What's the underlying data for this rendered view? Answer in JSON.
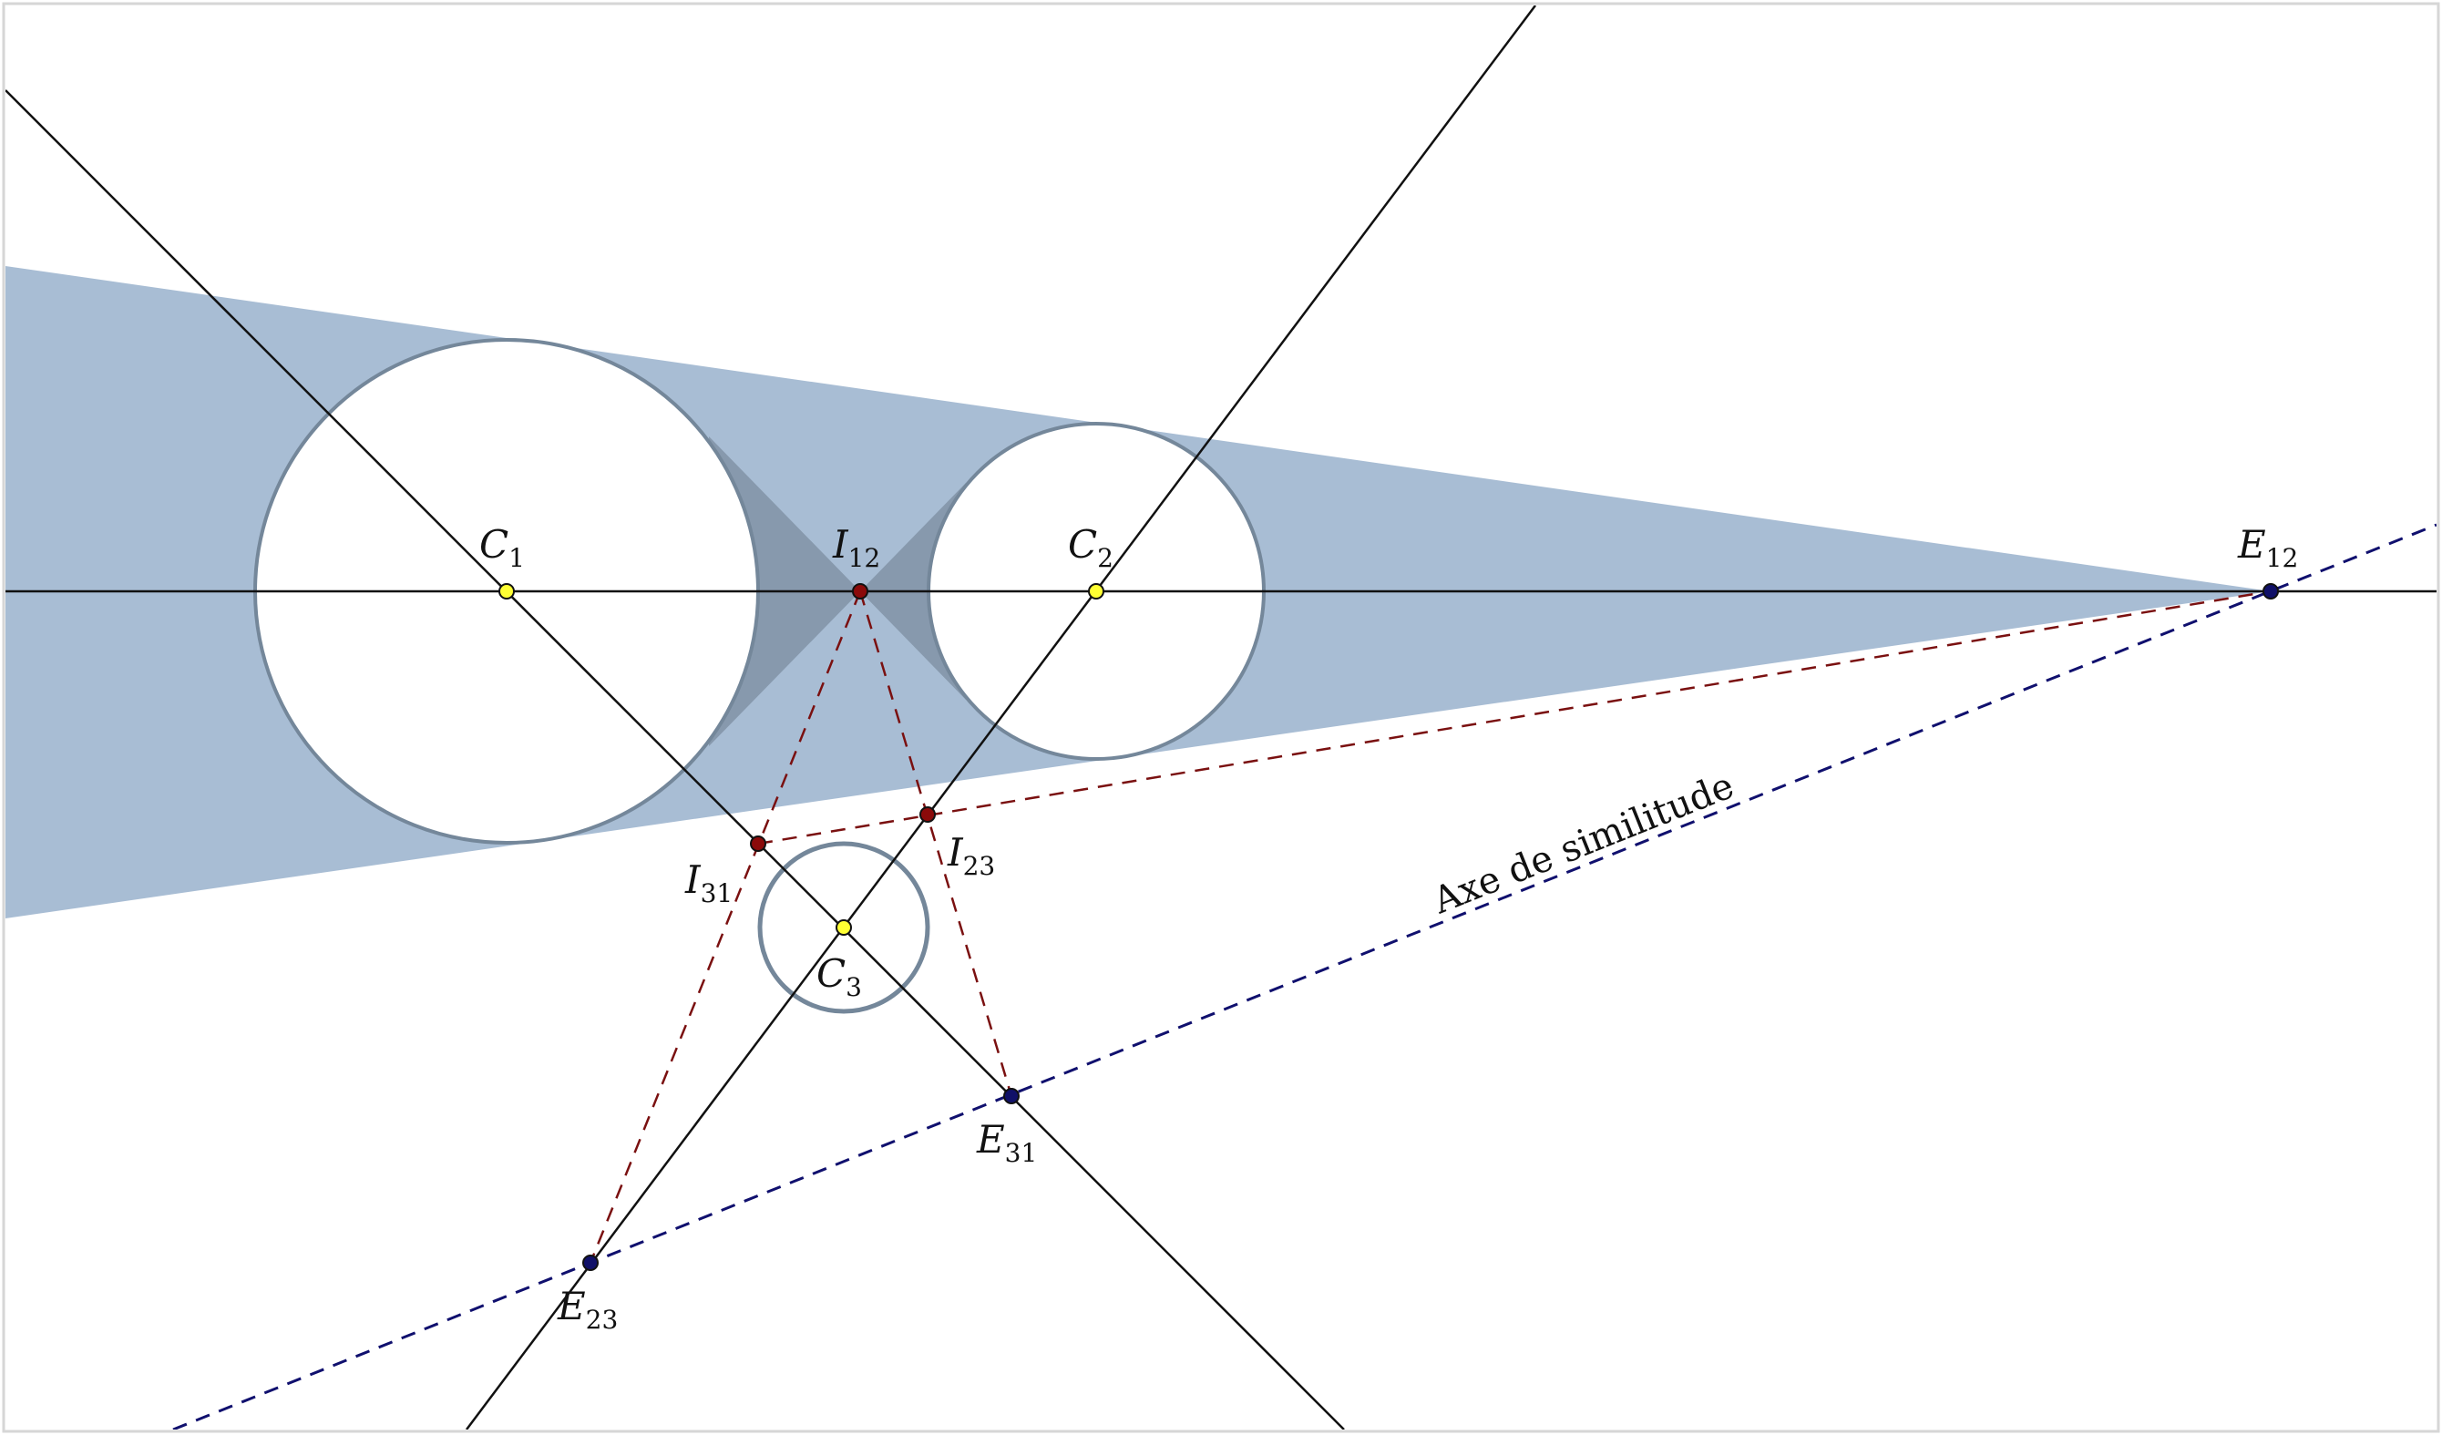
{
  "colors": {
    "shade_outer": "#a8bdd4",
    "shade_inner": "#8799ad",
    "circle_stroke": "#74879a",
    "line": "#111111",
    "internal_dash": "#7a1010",
    "external_dash": "#10106e",
    "center_point": "#ffff33",
    "internal_point": "#8b0a0a",
    "external_point": "#101068"
  },
  "points": {
    "C1": {
      "base": "C",
      "sub": "1"
    },
    "C2": {
      "base": "C",
      "sub": "2"
    },
    "C3": {
      "base": "C",
      "sub": "3"
    },
    "I12": {
      "base": "I",
      "sub": "12"
    },
    "I23": {
      "base": "I",
      "sub": "23"
    },
    "I31": {
      "base": "I",
      "sub": "31"
    },
    "E12": {
      "base": "E",
      "sub": "12"
    },
    "E23": {
      "base": "E",
      "sub": "23"
    },
    "E31": {
      "base": "E",
      "sub": "31"
    }
  },
  "axis_label": "Axe de similitude"
}
